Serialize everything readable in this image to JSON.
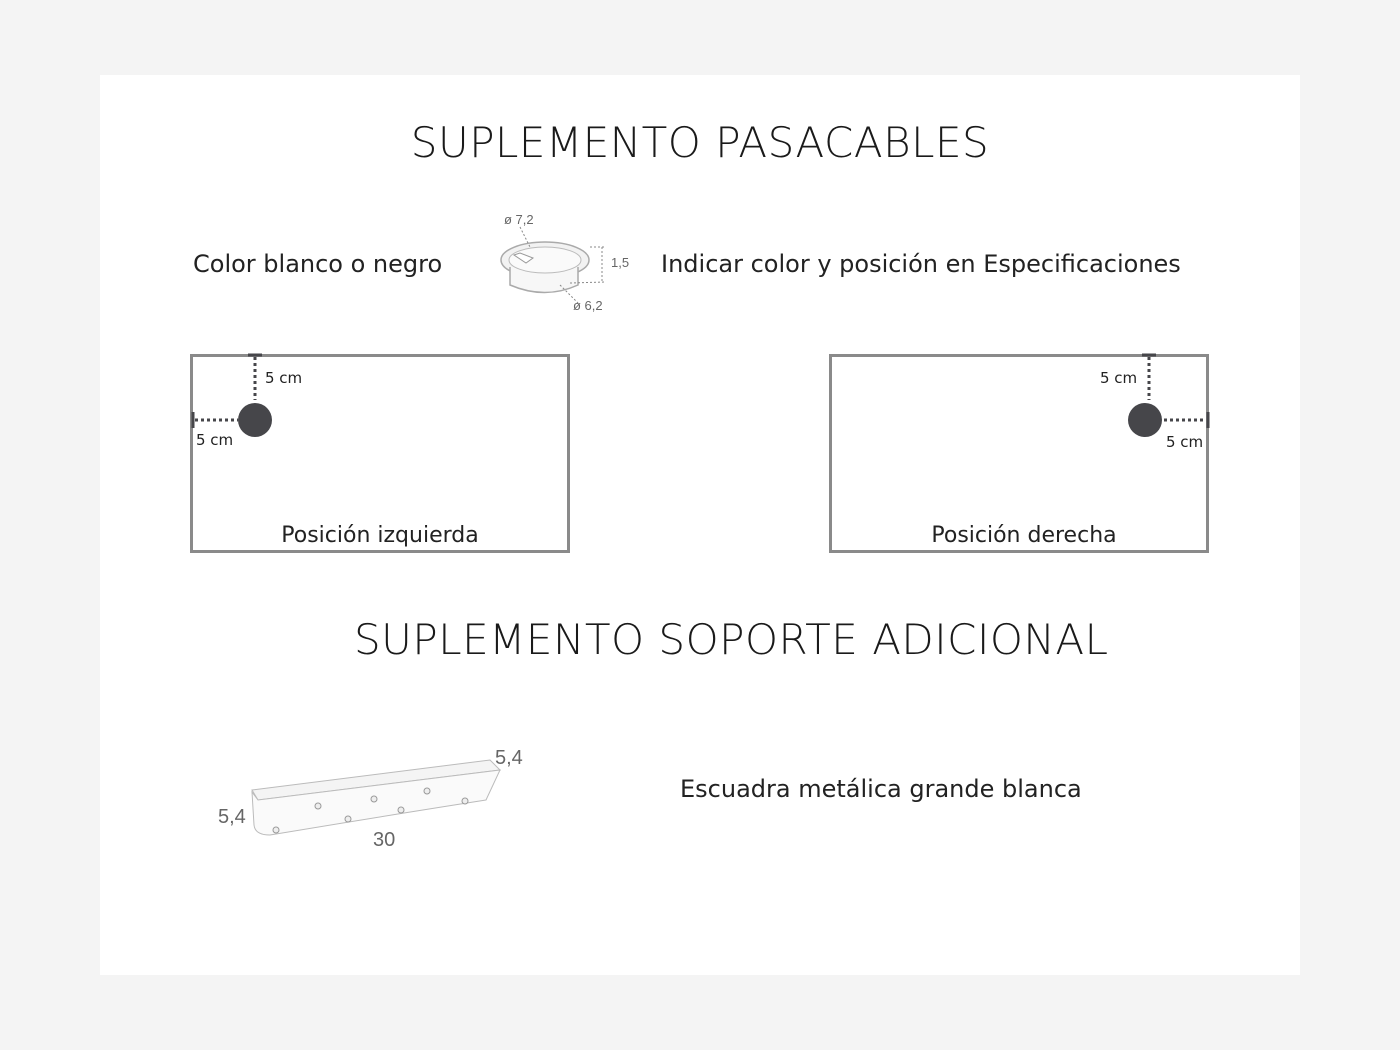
{
  "section1": {
    "title": "SUPLEMENTO PASACABLES",
    "color_text": "Color blanco o negro",
    "instructions": "Indicar color y posición en Especificaciones",
    "grommet_dims": {
      "top_diameter": "ø 7,2",
      "height": "1,5",
      "bottom_diameter": "ø 6,2"
    },
    "left_position": {
      "label": "Posición izquierda",
      "top_offset": "5 cm",
      "side_offset": "5 cm"
    },
    "right_position": {
      "label": "Posición derecha",
      "top_offset": "5 cm",
      "side_offset": "5 cm"
    }
  },
  "section2": {
    "title": "SUPLEMENTO SOPORTE ADICIONAL",
    "description": "Escuadra metálica grande blanca",
    "bracket_dims": {
      "width": "5,4",
      "height": "5,4",
      "length": "30"
    }
  },
  "colors": {
    "hole": "#46464a",
    "box_border": "#8a8a8a"
  }
}
